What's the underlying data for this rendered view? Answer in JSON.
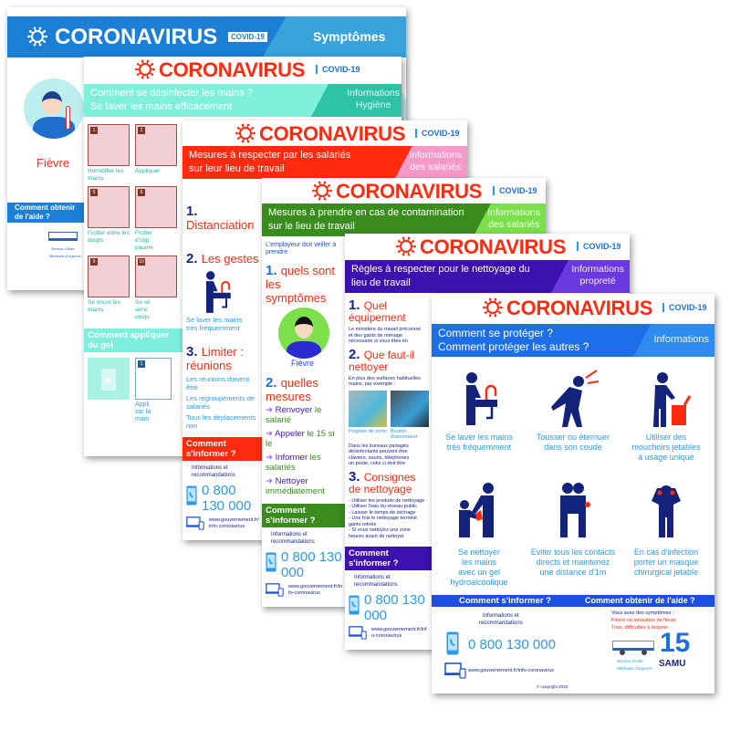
{
  "colors": {
    "virus_red": "#ff2a10",
    "navy": "#1a2390",
    "caption_blue": "#2b9be8"
  },
  "title": "CORONAVIRUS",
  "covid": "COVID-19",
  "symptomes": {
    "header_right": "Symptômes",
    "symptom": "Fièvre",
    "strip": "Comment obtenir de l'aide ?",
    "service": "Service d'Aide",
    "service2": "Médicale d'urgence"
  },
  "hygiene": {
    "band_line1": "Comment se désinfecter les mains ?",
    "band_line2": "Se laver les mains efficacement",
    "band_right1": "Informations",
    "band_right2": "Hygiène",
    "steps": [
      {
        "n": "1",
        "label": "Humidifier les mains"
      },
      {
        "n": "2",
        "label": "Appliquer"
      },
      {
        "n": "5",
        "label": "Frotter entre les\ndoigts"
      },
      {
        "n": "6",
        "label": "Frotter\nd'oigt\npaume"
      },
      {
        "n": "9",
        "label": "Se rincer les mains"
      },
      {
        "n": "10",
        "label": "Se sé\nservi\nuniqu"
      }
    ],
    "strip": "Comment appliquer du gel",
    "gel_step": "1",
    "gel_caption": "Appli\nsur la\nmain"
  },
  "salaries": {
    "band_line1": "Mesures à respecter par les salariés",
    "band_line2": "sur leur lieu de travail",
    "band_right1": "Informations",
    "band_right2": "des salariés",
    "s1": "Distanciation",
    "s2": "Les gestes",
    "s2_caption": "Se laver les mains\ntrès fréquemment",
    "s3": "Limiter : réunions",
    "lines": [
      "Les réunions doivent être",
      "Les regroupements de salariés",
      "Tous les déplacements non"
    ],
    "strip": "Comment s'informer ?",
    "info": "Informations et\nrecommandations",
    "phone": "0 800 130 000",
    "www": "www.gouvernement.fr/info-coronavirus"
  },
  "contamination": {
    "band_line1": "Mesures à prendre en cas de contamination",
    "band_line2": "sur le lieu de travail",
    "band_right1": "Informations",
    "band_right2": "des salariés",
    "intro": "L'employeur doit veiller à prendre",
    "s1": "quels sont les symptômes",
    "symptom": "Fièvre",
    "s2": "quelles mesures",
    "actions": [
      {
        "verb": "Renvoyer",
        "rest": " le salarié"
      },
      {
        "verb": "Appeler",
        "rest": " le 15 si le"
      },
      {
        "verb": "Informer",
        "rest": " les salariés"
      },
      {
        "verb": "Nettoyer",
        "rest": " immédiatement"
      }
    ],
    "strip": "Comment s'informer ?",
    "info": "Informations et\nrecommandations",
    "phone": "0 800 130 000",
    "www": "www.gouvernement.fr/info-coronavirus"
  },
  "nettoyage": {
    "band_line1": "Règles à respecter pour le nettoyage du",
    "band_line2": "lieu de travail",
    "band_right1": "Informations",
    "band_right2": "propreté",
    "s1": "Quel équipement",
    "s1_text": "Le ministère du travail préconise\net des gants de ménage\nnécessaire si vous êtes en",
    "s2": "Que faut-il nettoyer",
    "s2_text": "En plus des surfaces habituelles\nmains, par exemple :",
    "photo1": "Poignée de porte",
    "photo2": "Bouton d'ascenseur",
    "s2_text2": "Dans les bureaux partagés\ndésinfectants peuvent être\nclaviers, souris, téléphones\nun poste, celui ci doit être",
    "s3": "Consignes de nettoyage",
    "s3_text": "- Utiliser les produits de nettoyage\n- Utiliser l'eau du réseau public\n- Laisser le temps de séchage\n- Une fois le nettoyage terminé\ngants retirés\n- Si vous nettoyez une zone\nheures avant de nettoyer",
    "strip": "Comment s'informer ?",
    "info": "Informations et\nrecommandations",
    "phone": "0 800 130 000",
    "www": "www.gouvernement.fr/info-coronavirus"
  },
  "proteger": {
    "band_line1": "Comment se protéger ?",
    "band_line2": "Comment protéger les autres ?",
    "band_right": "Informations",
    "gestures": [
      {
        "icon": "hand-washing-icon",
        "label": "Se laver les mains\ntrès fréquemment"
      },
      {
        "icon": "cough-elbow-icon",
        "label": "Tousser ou éternuer\ndans son coude"
      },
      {
        "icon": "tissue-bin-icon",
        "label": "Utiliser des\nmouchoirs jetables\nà usage unique"
      },
      {
        "icon": "hand-gel-icon",
        "label": "Se nettoyer\nles mains\navec un gel\nhydroalcoolique"
      },
      {
        "icon": "no-contact-icon",
        "label": "Eviter tous les contacts\ndirects et maintenez\nune distance d'1m"
      },
      {
        "icon": "mask-icon",
        "label": "En cas d'infection\nporter un masque\nchirurgical jetable"
      }
    ],
    "strip_left": "Comment s'informer ?",
    "strip_right": "Comment obtenir de l'aide ?",
    "info": "Informations et\nrecommandations",
    "phone": "0 800 130 000",
    "www": "www.gouvernement.fr/info-coronavirus",
    "symptoms_title": "Vous avez des symptômes :",
    "symptoms_1": "Fièvre ou sensation de fièvre,",
    "symptoms_2": "Toux, difficultés à respirer",
    "samu_number": "15",
    "samu_label": "SAMU",
    "service": "Service d'Aide",
    "service2": "Médicale d'urgence",
    "copyright": "© copyright 2020"
  }
}
